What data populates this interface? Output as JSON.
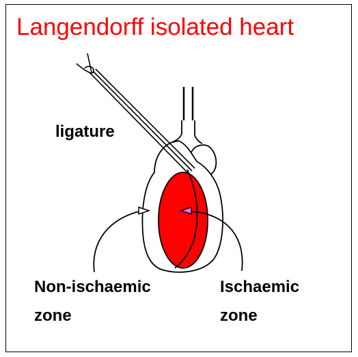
{
  "title": "Langendorff isolated heart",
  "labels": {
    "ligature": "ligature",
    "non_ischaemic_line1": "Non-ischaemic",
    "non_ischaemic_line2": "zone",
    "ischaemic_line1": "Ischaemic",
    "ischaemic_line2": "zone"
  },
  "colors": {
    "title": "#ff0000",
    "ischaemic_fill": "#ff0000",
    "outline": "#000000"
  }
}
